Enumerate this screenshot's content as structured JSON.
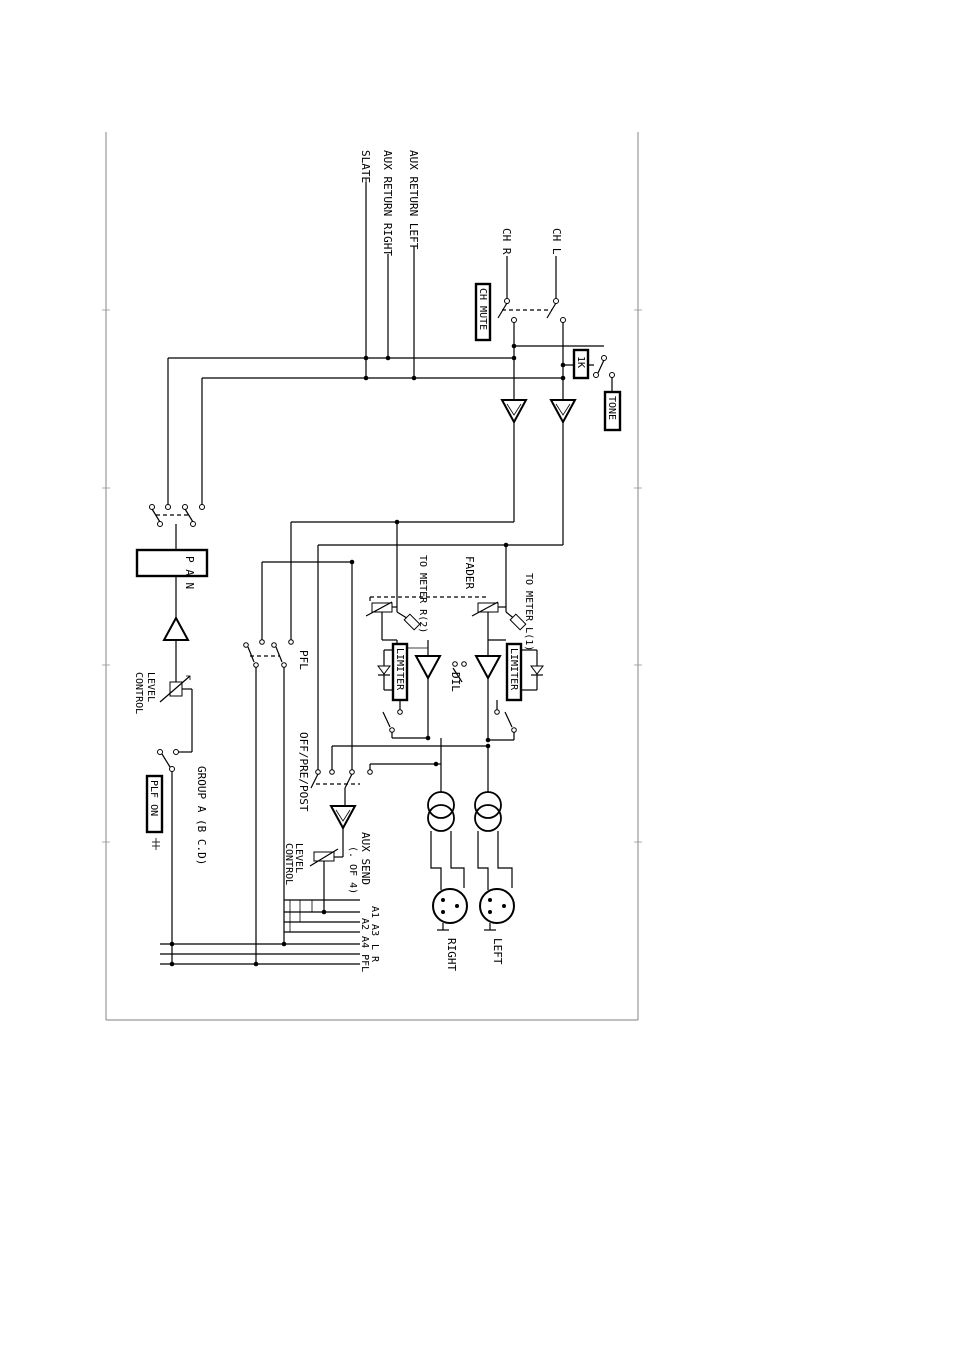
{
  "labels": {
    "aux_return_left": "AUX RETURN LEFT",
    "aux_return_right": "AUX RETURN RIGHT",
    "slate": "SLATE",
    "ch_r": "CH R",
    "ch_l": "CH L",
    "ch_mute": "CH MUTE",
    "one_k": "1K",
    "tone": "TONE",
    "pan": "P A N",
    "to_meter_r": "TO METER R(2)",
    "fader": "FADER",
    "to_meter_l": "TO METER L(1)",
    "limiter_r": "LIMITER",
    "limiter_l": "LIMITER",
    "dil": "DIL",
    "pfl": "PFL",
    "level_control": [
      "LEVEL",
      "CONTROL"
    ],
    "group": "GROUP A (B C.D)",
    "plf_on": "PLF ON",
    "off_pre_post": "OFF/PRE/POST",
    "aux_send": [
      "AUX SEND",
      "(. OF 4)"
    ],
    "aux_level_control": [
      "LEVEL",
      "CONTROL"
    ],
    "bus_a2_a4_pfl": "A2 A4 PFL",
    "bus_a1_a3": "A1 A3",
    "bus_l_r": "L R",
    "right": "RIGHT",
    "left": "LEFT"
  },
  "colors": {
    "ink": "#000000",
    "paper": "#ffffff",
    "frame": "#999999"
  }
}
